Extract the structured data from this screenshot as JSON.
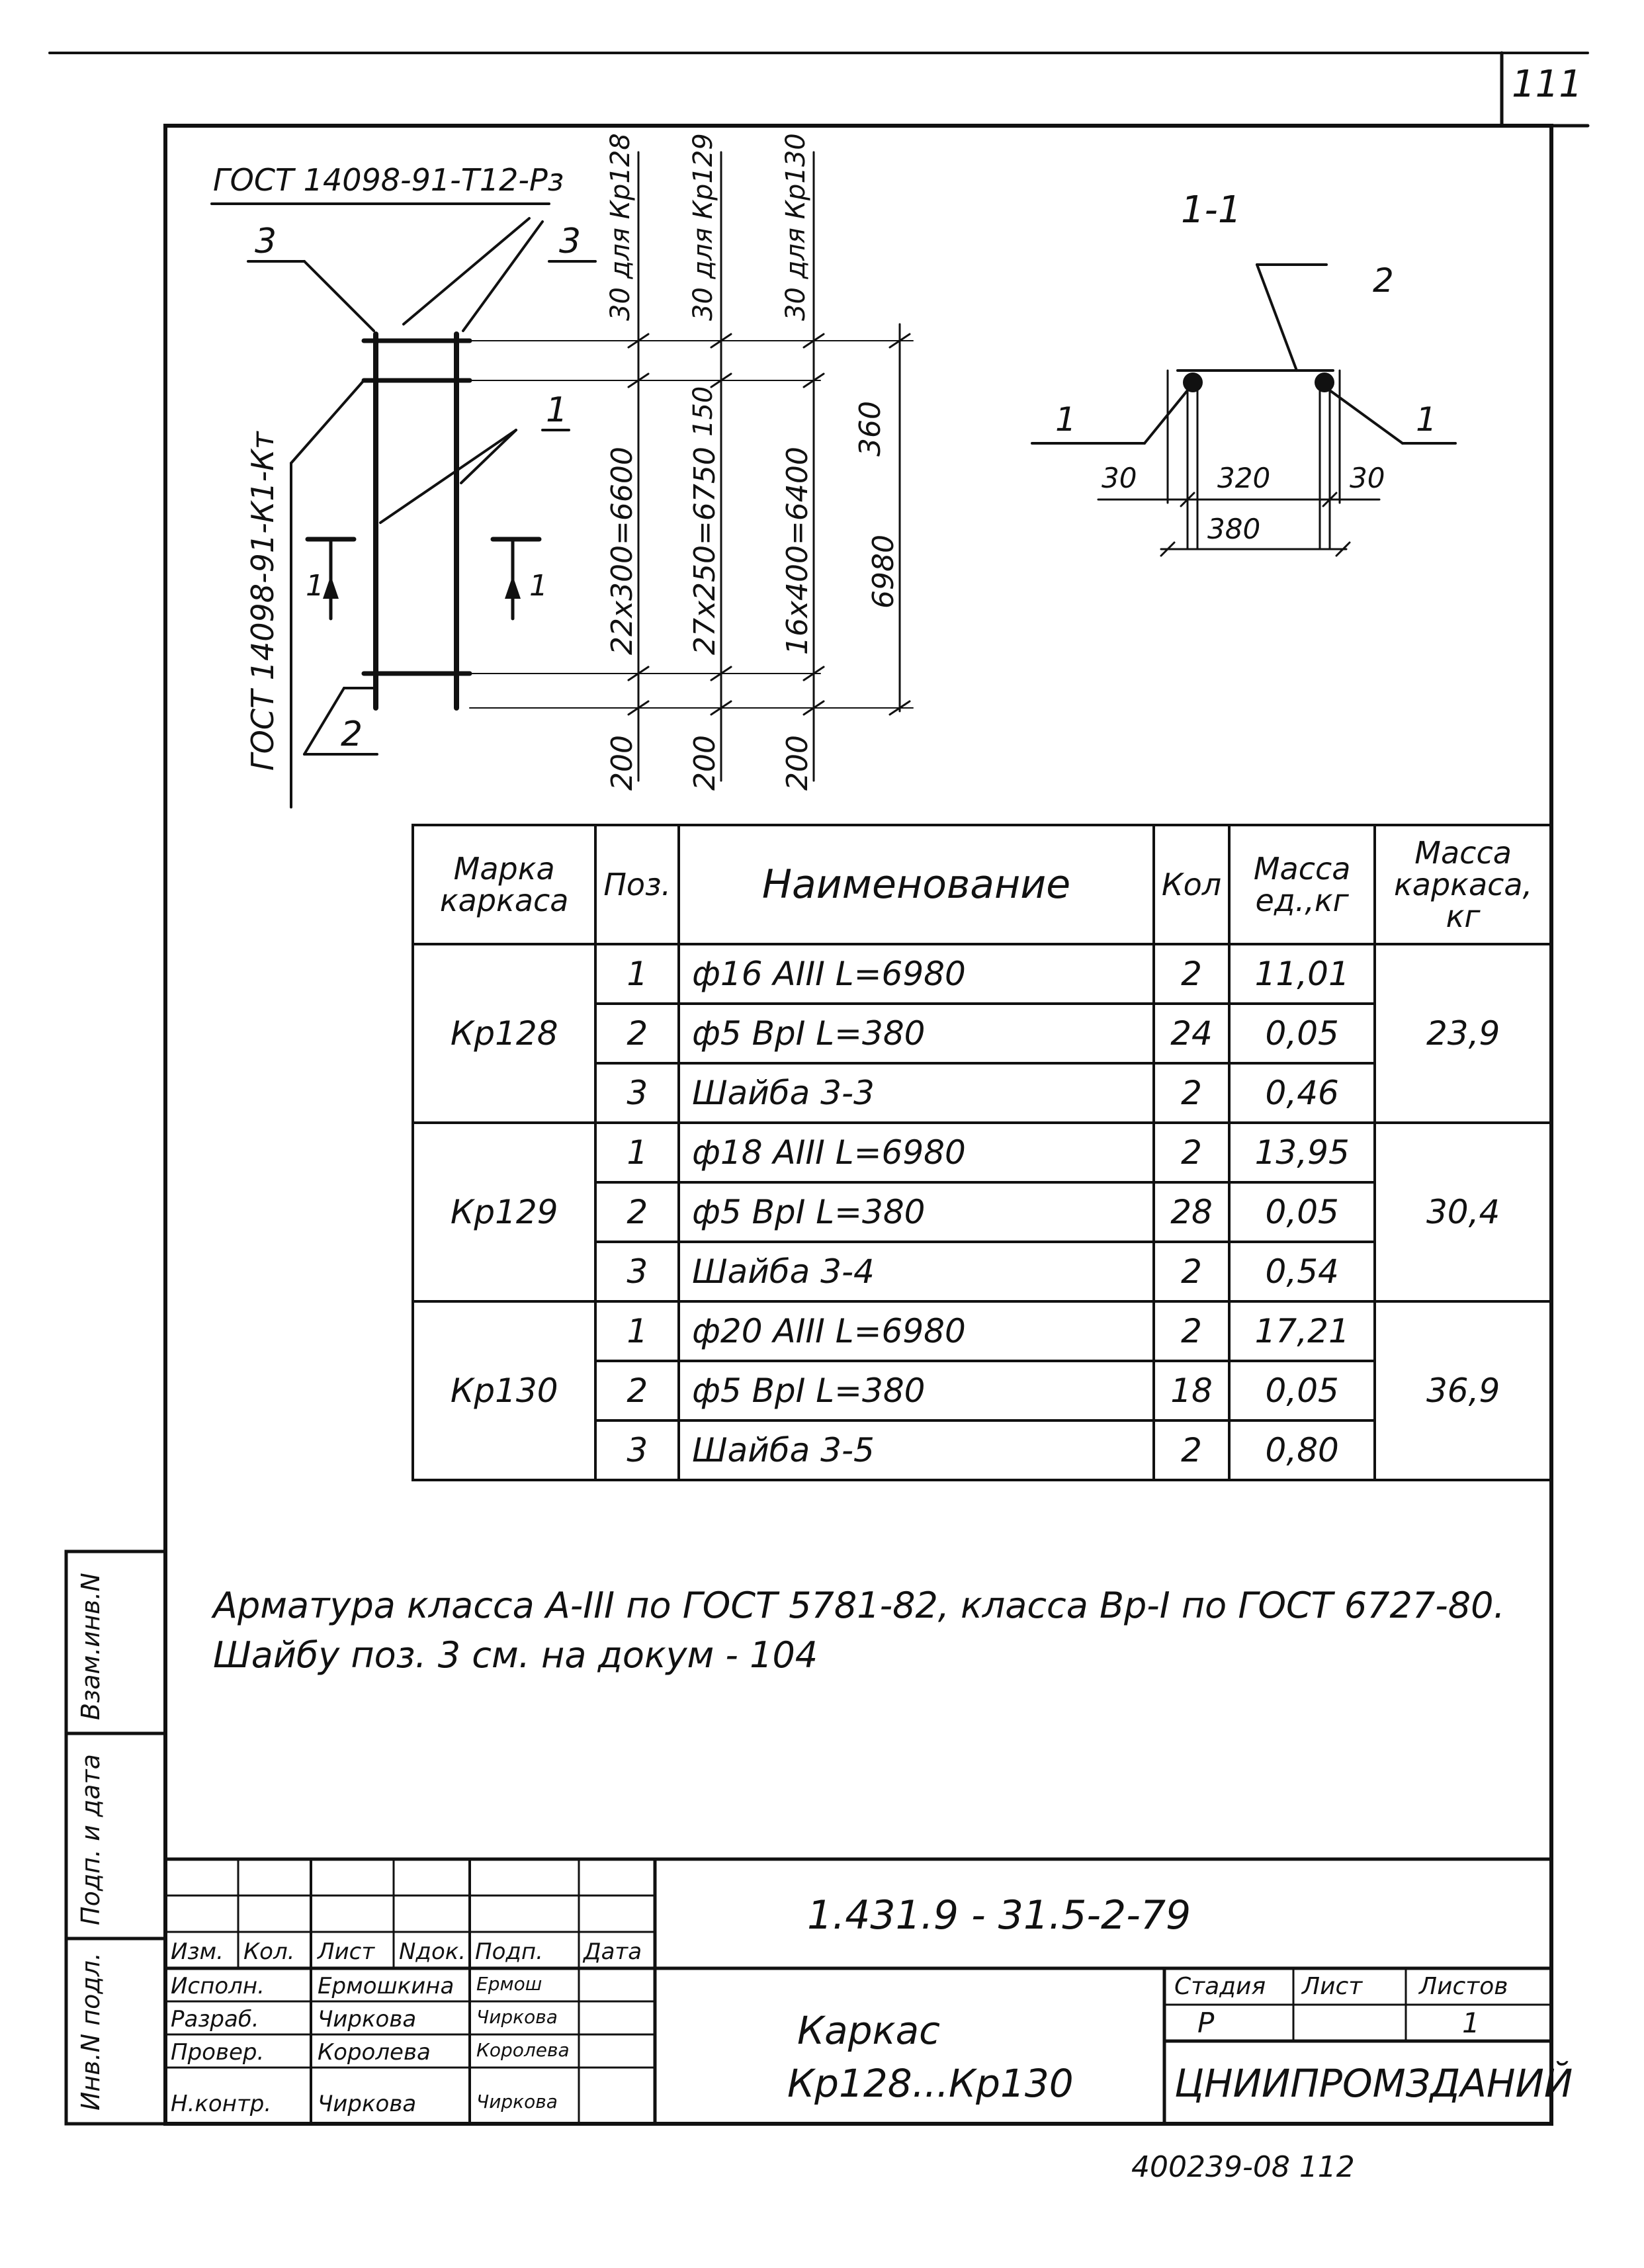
{
  "page_number": "111",
  "drawing": {
    "gost_label_top": "ГОСТ 14098-91-Т12-Рз",
    "gost_label_side": "ГОСТ 14098-91-К1-Кт",
    "callouts": [
      "3",
      "3",
      "1",
      "2",
      "2",
      "1",
      "1"
    ],
    "section_marks": [
      "1",
      "1"
    ],
    "section_title": "1-1",
    "dim_30_kr128": "30 для Кр128",
    "dim_30_kr129": "30 для Кр129",
    "dim_30_kr130": "30 для Кр130",
    "dim_22x300": "22х300=6600",
    "dim_27x250": "27х250=6750",
    "dim_16x400": "16х400=6400",
    "dim_150": "150",
    "dim_360": "360",
    "dim_6980": "6980",
    "dim_200": "200",
    "sec_dim_30_left": "30",
    "sec_dim_320": "320",
    "sec_dim_30_right": "30",
    "sec_dim_380": "380"
  },
  "spec_table": {
    "headers": {
      "mark": "Марка каркаса",
      "pos": "Поз.",
      "name": "Наименование",
      "qty": "Кол",
      "unit_mass": "Масса ед.,кг",
      "frame_mass": "Масса каркаса, кг"
    },
    "groups": [
      {
        "mark": "Кр128",
        "frame_mass": "23,9",
        "rows": [
          {
            "pos": "1",
            "name": "ф16 АIII  L=6980",
            "qty": "2",
            "mass": "11,01"
          },
          {
            "pos": "2",
            "name": "ф5 ВрI  L=380",
            "qty": "24",
            "mass": "0,05"
          },
          {
            "pos": "3",
            "name": "Шайба 3-3",
            "qty": "2",
            "mass": "0,46"
          }
        ]
      },
      {
        "mark": "Кр129",
        "frame_mass": "30,4",
        "rows": [
          {
            "pos": "1",
            "name": "ф18 АIII  L=6980",
            "qty": "2",
            "mass": "13,95"
          },
          {
            "pos": "2",
            "name": "ф5  ВрI  L=380",
            "qty": "28",
            "mass": "0,05"
          },
          {
            "pos": "3",
            "name": "Шайба 3-4",
            "qty": "2",
            "mass": "0,54"
          }
        ]
      },
      {
        "mark": "Кр130",
        "frame_mass": "36,9",
        "rows": [
          {
            "pos": "1",
            "name": "ф20 АIII  L=6980",
            "qty": "2",
            "mass": "17,21"
          },
          {
            "pos": "2",
            "name": "ф5 ВрI  L=380",
            "qty": "18",
            "mass": "0,05"
          },
          {
            "pos": "3",
            "name": "Шайба 3-5",
            "qty": "2",
            "mass": "0,80"
          }
        ]
      }
    ]
  },
  "notes": [
    "Арматура класса А-III по ГОСТ 5781-82, класса Вр-I по ГОСТ 6727-80.",
    "Шайбу поз. 3 см. на докум - 104"
  ],
  "side_labels": [
    "Инв.N подл.",
    "Подп. и дата",
    "Взам.инв.N"
  ],
  "title_block": {
    "doc_code": "1.431.9 - 31.5-2-79",
    "col_headers": [
      "Изм.",
      "Кол.",
      "Лист",
      "Nдок.",
      "Подп.",
      "Дата"
    ],
    "roles": [
      {
        "role": "Исполн.",
        "name": "Ермошкина",
        "sign": "Ермош"
      },
      {
        "role": "Разраб.",
        "name": "Чиркова",
        "sign": "Чиркова"
      },
      {
        "role": "Провер.",
        "name": "Королева",
        "sign": "Королева"
      },
      {
        "role": "Н.контр.",
        "name": "Чиркова",
        "sign": "Чиркова"
      }
    ],
    "title_line1": "Каркас",
    "title_line2": "Кр128...Кр130",
    "stage_label": "Стадия",
    "sheet_label": "Лист",
    "sheets_label": "Листов",
    "stage_value": "Р",
    "sheets_value": "1",
    "org": "ЦНИИПРОМЗДАНИЙ"
  },
  "bottom_stamp": "400239-08   112"
}
